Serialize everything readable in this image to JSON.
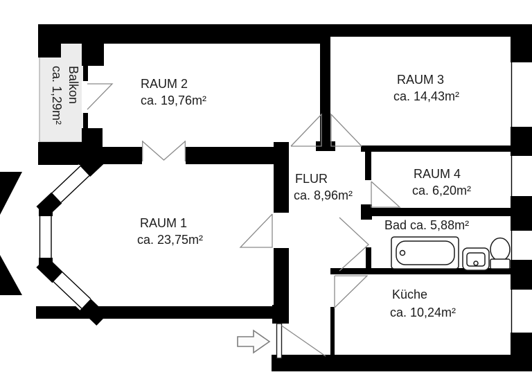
{
  "floorplan": {
    "title": "apartment-floor-plan",
    "rooms": {
      "raum1": {
        "name": "RAUM 1",
        "area": "ca. 23,75m²"
      },
      "raum2": {
        "name": "RAUM 2",
        "area": "ca. 19,76m²"
      },
      "raum3": {
        "name": "RAUM 3",
        "area": "ca. 14,43m²"
      },
      "raum4": {
        "name": "RAUM 4",
        "area": "ca. 6,20m²"
      },
      "flur": {
        "name": "FLUR",
        "area": "ca. 8,96m²"
      },
      "bad": {
        "label": "Bad ca. 5,88m²"
      },
      "kueche": {
        "name": "Küche",
        "area": "ca. 10,24m²"
      },
      "balkon": {
        "name": "Balkon",
        "area": "ca. 1,29m²"
      }
    },
    "colors": {
      "wall": "#000000",
      "balcony_fill": "#ececec",
      "text": "#1c1c1c",
      "door_swing": "#8a8a8a"
    }
  }
}
